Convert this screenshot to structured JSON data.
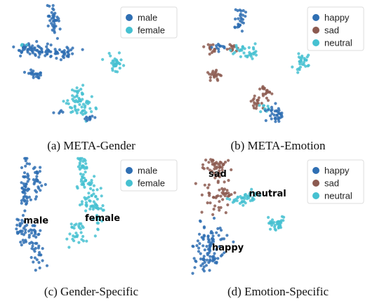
{
  "figure": {
    "captions": {
      "a": "(a) META-Gender",
      "b": "(b) META-Emotion",
      "c": "(c) Gender-Specific",
      "d": "(d) Emotion-Specific"
    }
  },
  "colors": {
    "male": "#2f6fb3",
    "female": "#46c1d1",
    "happy": "#2f6fb3",
    "sad": "#8c5a50",
    "neutral": "#46c1d1"
  },
  "chart_data": [
    {
      "id": "a",
      "type": "scatter",
      "title": "",
      "xlabel": "",
      "ylabel": "",
      "grid": false,
      "legend": {
        "position": "top-right",
        "entries": [
          {
            "key": "male",
            "label": "male"
          },
          {
            "key": "female",
            "label": "female"
          }
        ]
      },
      "annotations": [],
      "clusters": [
        {
          "key": "male",
          "cx": 0.28,
          "cy": 0.13,
          "rx": 0.018,
          "ry": 0.055,
          "n": 40
        },
        {
          "key": "male",
          "cx": 0.13,
          "cy": 0.34,
          "rx": 0.03,
          "ry": 0.025,
          "n": 28
        },
        {
          "key": "male",
          "cx": 0.23,
          "cy": 0.36,
          "rx": 0.055,
          "ry": 0.025,
          "n": 45
        },
        {
          "key": "male",
          "cx": 0.35,
          "cy": 0.38,
          "rx": 0.03,
          "ry": 0.03,
          "n": 30
        },
        {
          "key": "male",
          "cx": 0.17,
          "cy": 0.54,
          "rx": 0.025,
          "ry": 0.025,
          "n": 22
        },
        {
          "key": "female",
          "cx": 0.11,
          "cy": 0.31,
          "rx": 0.008,
          "ry": 0.01,
          "n": 4
        },
        {
          "key": "female",
          "cx": 0.63,
          "cy": 0.45,
          "rx": 0.022,
          "ry": 0.045,
          "n": 30
        },
        {
          "key": "female",
          "cx": 0.42,
          "cy": 0.68,
          "rx": 0.025,
          "ry": 0.03,
          "n": 20
        },
        {
          "key": "female",
          "cx": 0.4,
          "cy": 0.77,
          "rx": 0.03,
          "ry": 0.03,
          "n": 20
        },
        {
          "key": "female",
          "cx": 0.46,
          "cy": 0.79,
          "rx": 0.035,
          "ry": 0.04,
          "n": 25
        },
        {
          "key": "male",
          "cx": 0.31,
          "cy": 0.83,
          "rx": 0.012,
          "ry": 0.01,
          "n": 5
        },
        {
          "key": "male",
          "cx": 0.48,
          "cy": 0.88,
          "rx": 0.022,
          "ry": 0.015,
          "n": 10
        }
      ]
    },
    {
      "id": "b",
      "type": "scatter",
      "title": "",
      "xlabel": "",
      "ylabel": "",
      "grid": false,
      "legend": {
        "position": "top-right",
        "entries": [
          {
            "key": "happy",
            "label": "happy"
          },
          {
            "key": "sad",
            "label": "sad"
          },
          {
            "key": "neutral",
            "label": "neutral"
          }
        ]
      },
      "annotations": [],
      "clusters": [
        {
          "key": "happy",
          "cx": 0.28,
          "cy": 0.13,
          "rx": 0.018,
          "ry": 0.05,
          "n": 30
        },
        {
          "key": "sad",
          "cx": 0.11,
          "cy": 0.34,
          "rx": 0.018,
          "ry": 0.02,
          "n": 14
        },
        {
          "key": "happy",
          "cx": 0.16,
          "cy": 0.33,
          "rx": 0.02,
          "ry": 0.018,
          "n": 12
        },
        {
          "key": "sad",
          "cx": 0.23,
          "cy": 0.33,
          "rx": 0.02,
          "ry": 0.018,
          "n": 12
        },
        {
          "key": "neutral",
          "cx": 0.28,
          "cy": 0.35,
          "rx": 0.03,
          "ry": 0.022,
          "n": 18
        },
        {
          "key": "neutral",
          "cx": 0.36,
          "cy": 0.38,
          "rx": 0.03,
          "ry": 0.022,
          "n": 16
        },
        {
          "key": "neutral",
          "cx": 0.63,
          "cy": 0.45,
          "rx": 0.022,
          "ry": 0.045,
          "n": 30
        },
        {
          "key": "sad",
          "cx": 0.13,
          "cy": 0.55,
          "rx": 0.025,
          "ry": 0.025,
          "n": 20
        },
        {
          "key": "sad",
          "cx": 0.42,
          "cy": 0.68,
          "rx": 0.025,
          "ry": 0.035,
          "n": 22
        },
        {
          "key": "sad",
          "cx": 0.38,
          "cy": 0.76,
          "rx": 0.02,
          "ry": 0.025,
          "n": 15
        },
        {
          "key": "neutral",
          "cx": 0.42,
          "cy": 0.8,
          "rx": 0.02,
          "ry": 0.02,
          "n": 10
        },
        {
          "key": "happy",
          "cx": 0.47,
          "cy": 0.82,
          "rx": 0.035,
          "ry": 0.035,
          "n": 25
        },
        {
          "key": "happy",
          "cx": 0.49,
          "cy": 0.88,
          "rx": 0.02,
          "ry": 0.015,
          "n": 10
        }
      ]
    },
    {
      "id": "c",
      "type": "scatter",
      "title": "",
      "xlabel": "",
      "ylabel": "",
      "grid": false,
      "legend": {
        "position": "top-right",
        "entries": [
          {
            "key": "male",
            "label": "male"
          },
          {
            "key": "female",
            "label": "female"
          }
        ]
      },
      "annotations": [
        {
          "text": "male",
          "x": 0.11,
          "y": 0.54
        },
        {
          "text": "female",
          "x": 0.46,
          "y": 0.52
        }
      ],
      "clusters": [
        {
          "key": "male",
          "cx": 0.12,
          "cy": 0.17,
          "rx": 0.012,
          "ry": 0.1,
          "n": 30
        },
        {
          "key": "male",
          "cx": 0.19,
          "cy": 0.17,
          "rx": 0.015,
          "ry": 0.07,
          "n": 28
        },
        {
          "key": "male",
          "cx": 0.12,
          "cy": 0.35,
          "rx": 0.014,
          "ry": 0.06,
          "n": 22
        },
        {
          "key": "male",
          "cx": 0.1,
          "cy": 0.62,
          "rx": 0.02,
          "ry": 0.07,
          "n": 28
        },
        {
          "key": "male",
          "cx": 0.16,
          "cy": 0.64,
          "rx": 0.02,
          "ry": 0.06,
          "n": 24
        },
        {
          "key": "male",
          "cx": 0.19,
          "cy": 0.79,
          "rx": 0.025,
          "ry": 0.06,
          "n": 22
        },
        {
          "key": "female",
          "cx": 0.44,
          "cy": 0.05,
          "rx": 0.015,
          "ry": 0.03,
          "n": 18
        },
        {
          "key": "female",
          "cx": 0.46,
          "cy": 0.2,
          "rx": 0.025,
          "ry": 0.07,
          "n": 36
        },
        {
          "key": "female",
          "cx": 0.53,
          "cy": 0.4,
          "rx": 0.02,
          "ry": 0.09,
          "n": 34
        },
        {
          "key": "female",
          "cx": 0.47,
          "cy": 0.38,
          "rx": 0.02,
          "ry": 0.04,
          "n": 18
        },
        {
          "key": "female",
          "cx": 0.41,
          "cy": 0.6,
          "rx": 0.03,
          "ry": 0.05,
          "n": 30
        }
      ]
    },
    {
      "id": "d",
      "type": "scatter",
      "title": "",
      "xlabel": "",
      "ylabel": "",
      "grid": false,
      "legend": {
        "position": "top-right",
        "entries": [
          {
            "key": "happy",
            "label": "happy"
          },
          {
            "key": "sad",
            "label": "sad"
          },
          {
            "key": "neutral",
            "label": "neutral"
          }
        ]
      },
      "annotations": [
        {
          "text": "sad",
          "x": 0.1,
          "y": 0.16
        },
        {
          "text": "neutral",
          "x": 0.33,
          "y": 0.32
        },
        {
          "text": "happy",
          "x": 0.12,
          "y": 0.76
        }
      ],
      "clusters": [
        {
          "key": "sad",
          "cx": 0.15,
          "cy": 0.08,
          "rx": 0.04,
          "ry": 0.04,
          "n": 40
        },
        {
          "key": "sad",
          "cx": 0.16,
          "cy": 0.32,
          "rx": 0.04,
          "ry": 0.07,
          "n": 50
        },
        {
          "key": "neutral",
          "cx": 0.28,
          "cy": 0.35,
          "rx": 0.04,
          "ry": 0.02,
          "n": 25
        },
        {
          "key": "neutral",
          "cx": 0.36,
          "cy": 0.31,
          "rx": 0.03,
          "ry": 0.02,
          "n": 15
        },
        {
          "key": "neutral",
          "cx": 0.48,
          "cy": 0.55,
          "rx": 0.035,
          "ry": 0.035,
          "n": 35
        },
        {
          "key": "happy",
          "cx": 0.12,
          "cy": 0.65,
          "rx": 0.04,
          "ry": 0.06,
          "n": 45
        },
        {
          "key": "happy",
          "cx": 0.1,
          "cy": 0.82,
          "rx": 0.05,
          "ry": 0.06,
          "n": 55
        }
      ]
    }
  ]
}
